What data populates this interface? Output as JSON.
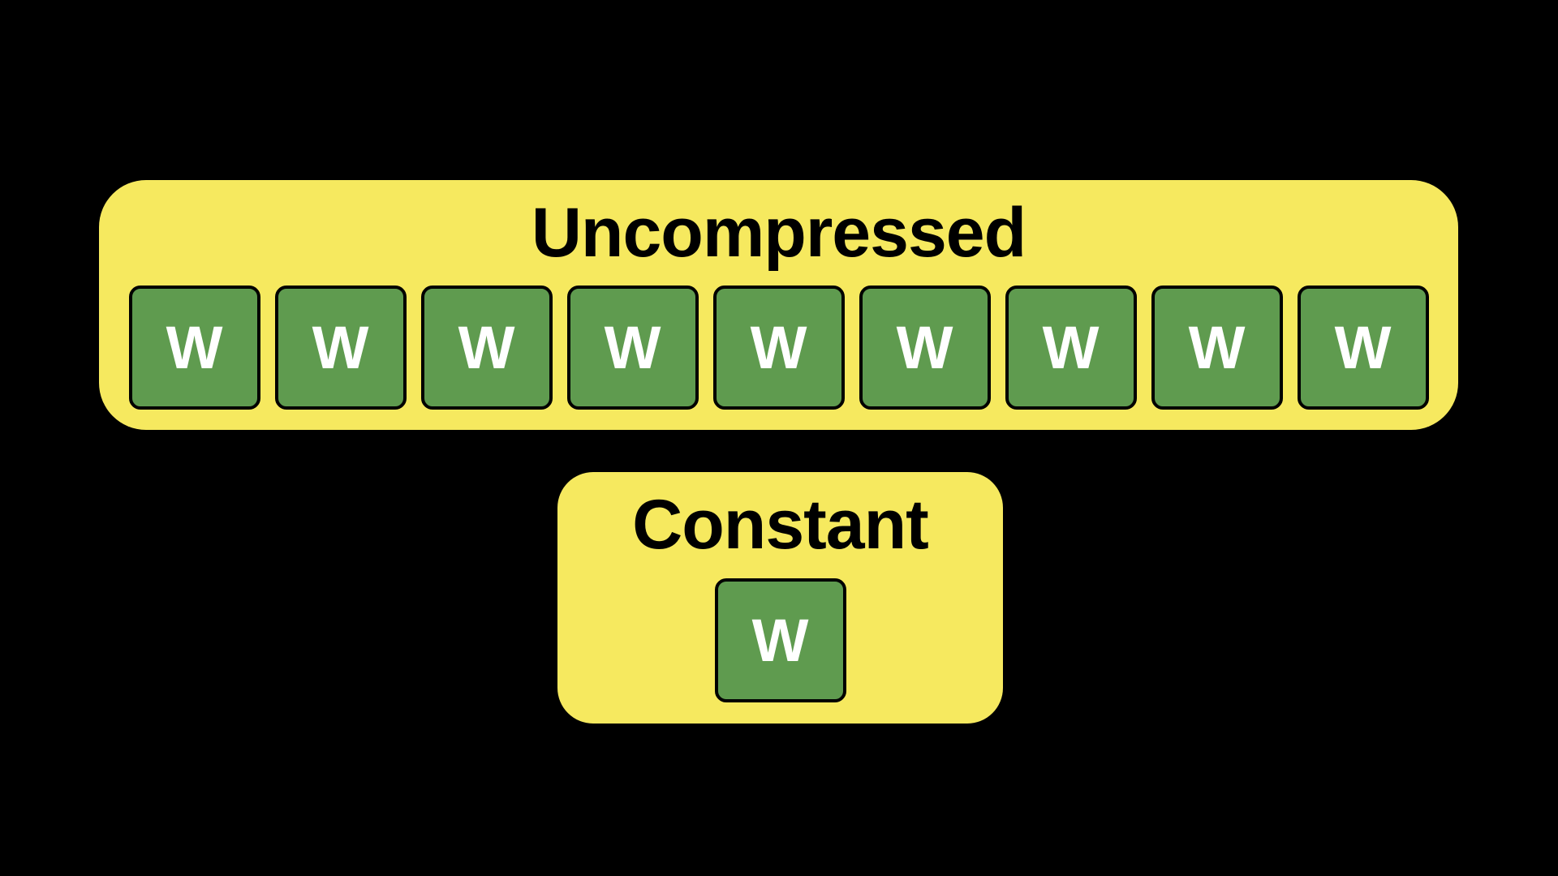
{
  "colors": {
    "canvas_background": "#000000",
    "panel_yellow": "#F6E95F",
    "tile_green": "#5F9B4F",
    "tile_border": "#000000",
    "tile_letter": "#FFFFFF",
    "title_text": "#000000"
  },
  "uncompressed": {
    "title": "Uncompressed",
    "tiles": [
      "W",
      "W",
      "W",
      "W",
      "W",
      "W",
      "W",
      "W",
      "W"
    ]
  },
  "constant": {
    "title": "Constant",
    "tiles": [
      "W"
    ]
  }
}
